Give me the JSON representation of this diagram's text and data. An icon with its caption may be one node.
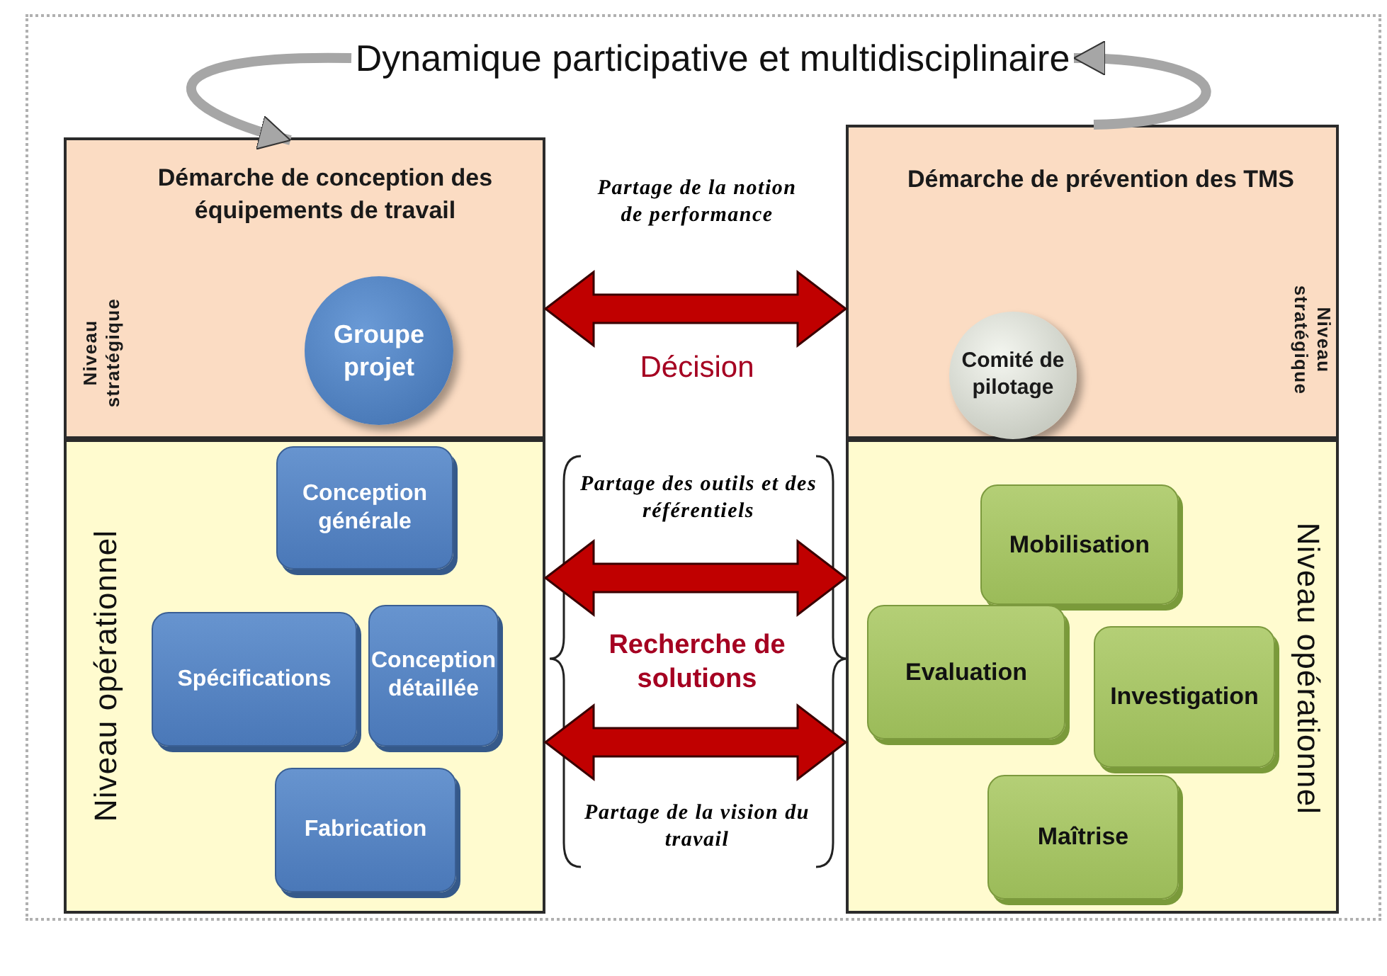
{
  "diagram": {
    "nodes": [
      {
        "text": [
          "Démarche de conception des équipements de travail",
          "Niveau stratégique"
        ]
      },
      {
        "text": [
          "Groupe projet"
        ],
        "in": 0
      },
      {
        "text": [
          "Niveau opérationnel"
        ]
      },
      {
        "text": [
          "Conception générale"
        ],
        "in": 2
      },
      {
        "text": [
          "Conception détaillée"
        ],
        "in": 2
      },
      {
        "text": [
          "Fabrication"
        ],
        "in": 2
      },
      {
        "text": [
          "Spécifications"
        ],
        "in": 2
      },
      {
        "text": [
          "Démarche de prévention des TMS",
          "Niveau stratégique"
        ]
      },
      {
        "text": [
          "Comité de pilotage"
        ],
        "in": 7
      },
      {
        "text": [
          "Niveau opérationnel"
        ]
      },
      {
        "text": [
          "Mobilisation"
        ],
        "in": 9
      },
      {
        "text": [
          "Investigation"
        ],
        "in": 9
      },
      {
        "text": [
          "Maîtrise"
        ],
        "in": 9
      },
      {
        "text": [
          "Evaluation"
        ],
        "in": 9
      },
      {
        "text": [
          "Dynamique participative et multidisciplinaire"
        ]
      }
    ],
    "edges": [
      {
        "from": 14,
        "to": 0,
        "arrow": "to",
        "color": "#a6a6a6"
      },
      {
        "from": 7,
        "to": 14,
        "arrow": "to",
        "color": "#a6a6a6"
      },
      {
        "from": 0,
        "to": 7,
        "arrow": "both",
        "style": "thick"
      },
      {
        "from": 2,
        "to": 9,
        "arrow": "both",
        "style": "thick"
      },
      {
        "from": 2,
        "to": 9,
        "arrow": "both",
        "style": "thick"
      }
    ],
    "labels": [
      "Partage de la notion de performance",
      "Décision",
      "Partage des outils et des référentiels",
      "Recherche de solutions",
      "Partage de la vision du travail"
    ]
  }
}
